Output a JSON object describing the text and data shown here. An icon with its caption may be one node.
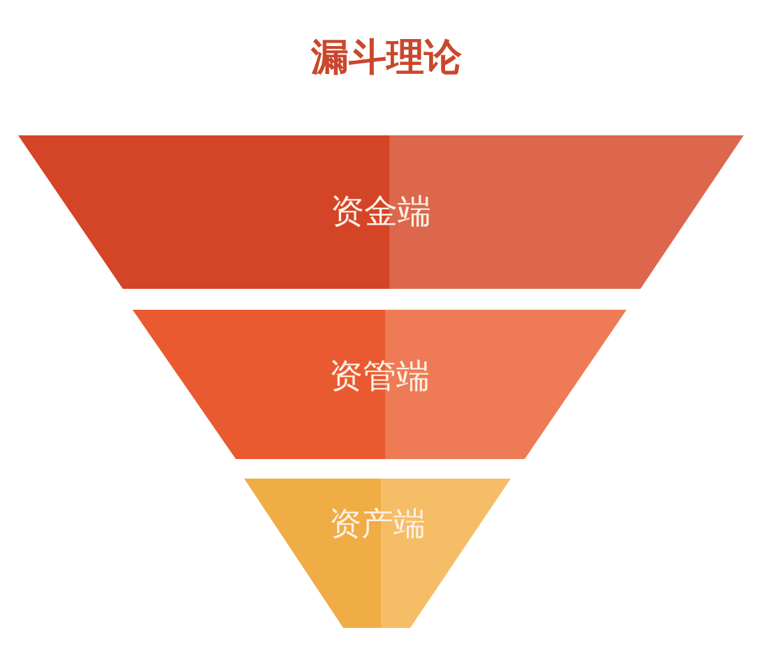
{
  "diagram": {
    "title": "漏斗理论",
    "nodes": [
      {
        "text": [
          "资金端"
        ]
      },
      {
        "text": [
          "资管端"
        ]
      },
      {
        "text": [
          "资产端"
        ]
      }
    ]
  }
}
